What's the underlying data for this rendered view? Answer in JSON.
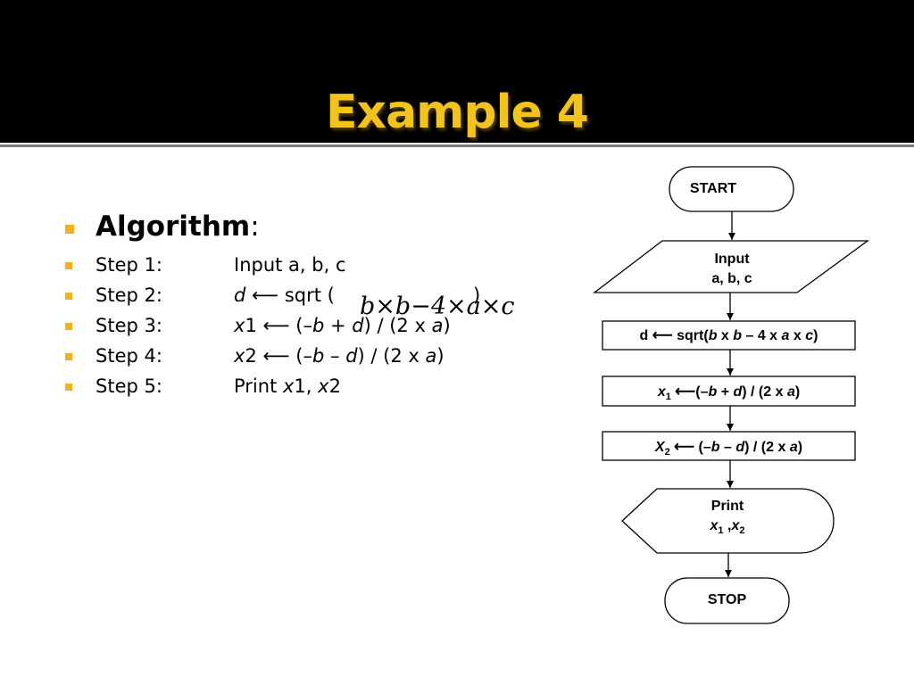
{
  "slide": {
    "title": "Example 4",
    "accent_color": "#f2c31a",
    "bullet_color": "#f2b21a"
  },
  "algorithm": {
    "heading": "Algorithm",
    "heading_colon": ":",
    "steps": [
      {
        "label": "Step 1:",
        "text": "Input a, b, c"
      },
      {
        "label": "Step 2:",
        "var": "d",
        "arrow": "⟵",
        "rest": " sqrt (",
        "close": ")",
        "formula": "b×b−4×a×c"
      },
      {
        "label": "Step 3:",
        "var": "x",
        "sub": "1",
        "arrow": "⟵",
        "open": " (–",
        "b": "b",
        "op": " + ",
        "d": "d",
        "tail": ") / (2 x ",
        "a": "a",
        "end": ")"
      },
      {
        "label": "Step 4:",
        "var": "x",
        "sub": "2",
        "arrow": "⟵",
        "open": " (–",
        "b": "b",
        "op": " – ",
        "d": "d",
        "tail": ") / (2 x ",
        "a": "a",
        "end": ")"
      },
      {
        "label": "Step 5:",
        "text": "Print ",
        "x1v": "x",
        "x1s": "1",
        "comma": ", ",
        "x2v": "x",
        "x2s": "2"
      }
    ]
  },
  "flowchart": {
    "start": "START",
    "input": {
      "line1": "Input",
      "line2": "a, b, c"
    },
    "proc_d": {
      "pre": "d ",
      "arrow": "⟵",
      "mid": " sqrt(",
      "b1": "b",
      "x1": " x ",
      "b2": "b",
      "m1": " – 4 x ",
      "a": "a",
      "x2": " x ",
      "c": "c",
      "end": ")"
    },
    "proc_x1": {
      "var": "x",
      "sub": "1",
      "arrow": " ⟵",
      "open": "(–",
      "b": "b",
      "op": " + ",
      "d": "d",
      "tail": ") / (2 x ",
      "a": "a",
      "end": ")"
    },
    "proc_x2": {
      "var": "X",
      "sub": "2",
      "arrow": " ⟵ ",
      "open": "(–",
      "b": "b",
      "op": " – ",
      "d": "d",
      "tail": ") / (2 x ",
      "a": "a",
      "end": ")"
    },
    "print": {
      "line1": "Print",
      "v1": "x",
      "s1": "1",
      "sep": " ,",
      "v2": "x",
      "s2": "2"
    },
    "stop": "STOP"
  }
}
